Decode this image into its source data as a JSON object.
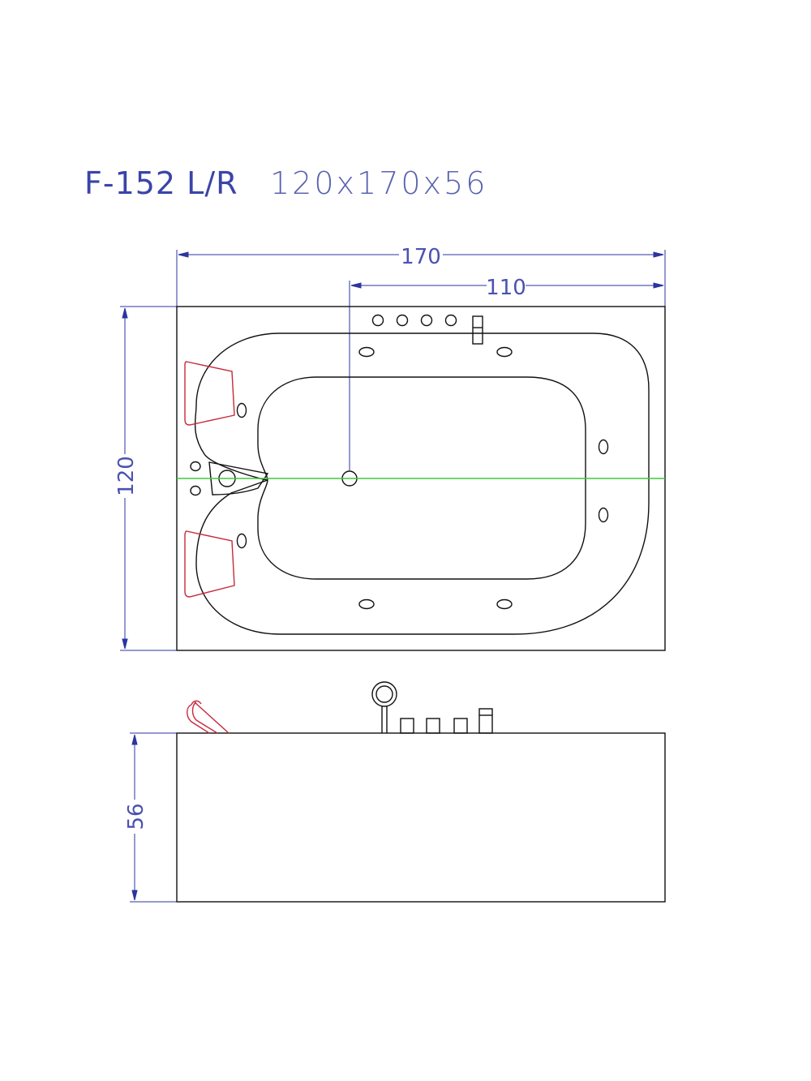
{
  "title": {
    "model": "F-152 L/R",
    "dimensions": "120x170x56"
  },
  "dimensions": {
    "length": "170",
    "drain_offset": "110",
    "width": "120",
    "height": "56"
  },
  "colors": {
    "dimension_lines": "#2b34a0",
    "outline": "#111111",
    "headrest": "#c8283a",
    "centerline": "#3cc83c"
  }
}
